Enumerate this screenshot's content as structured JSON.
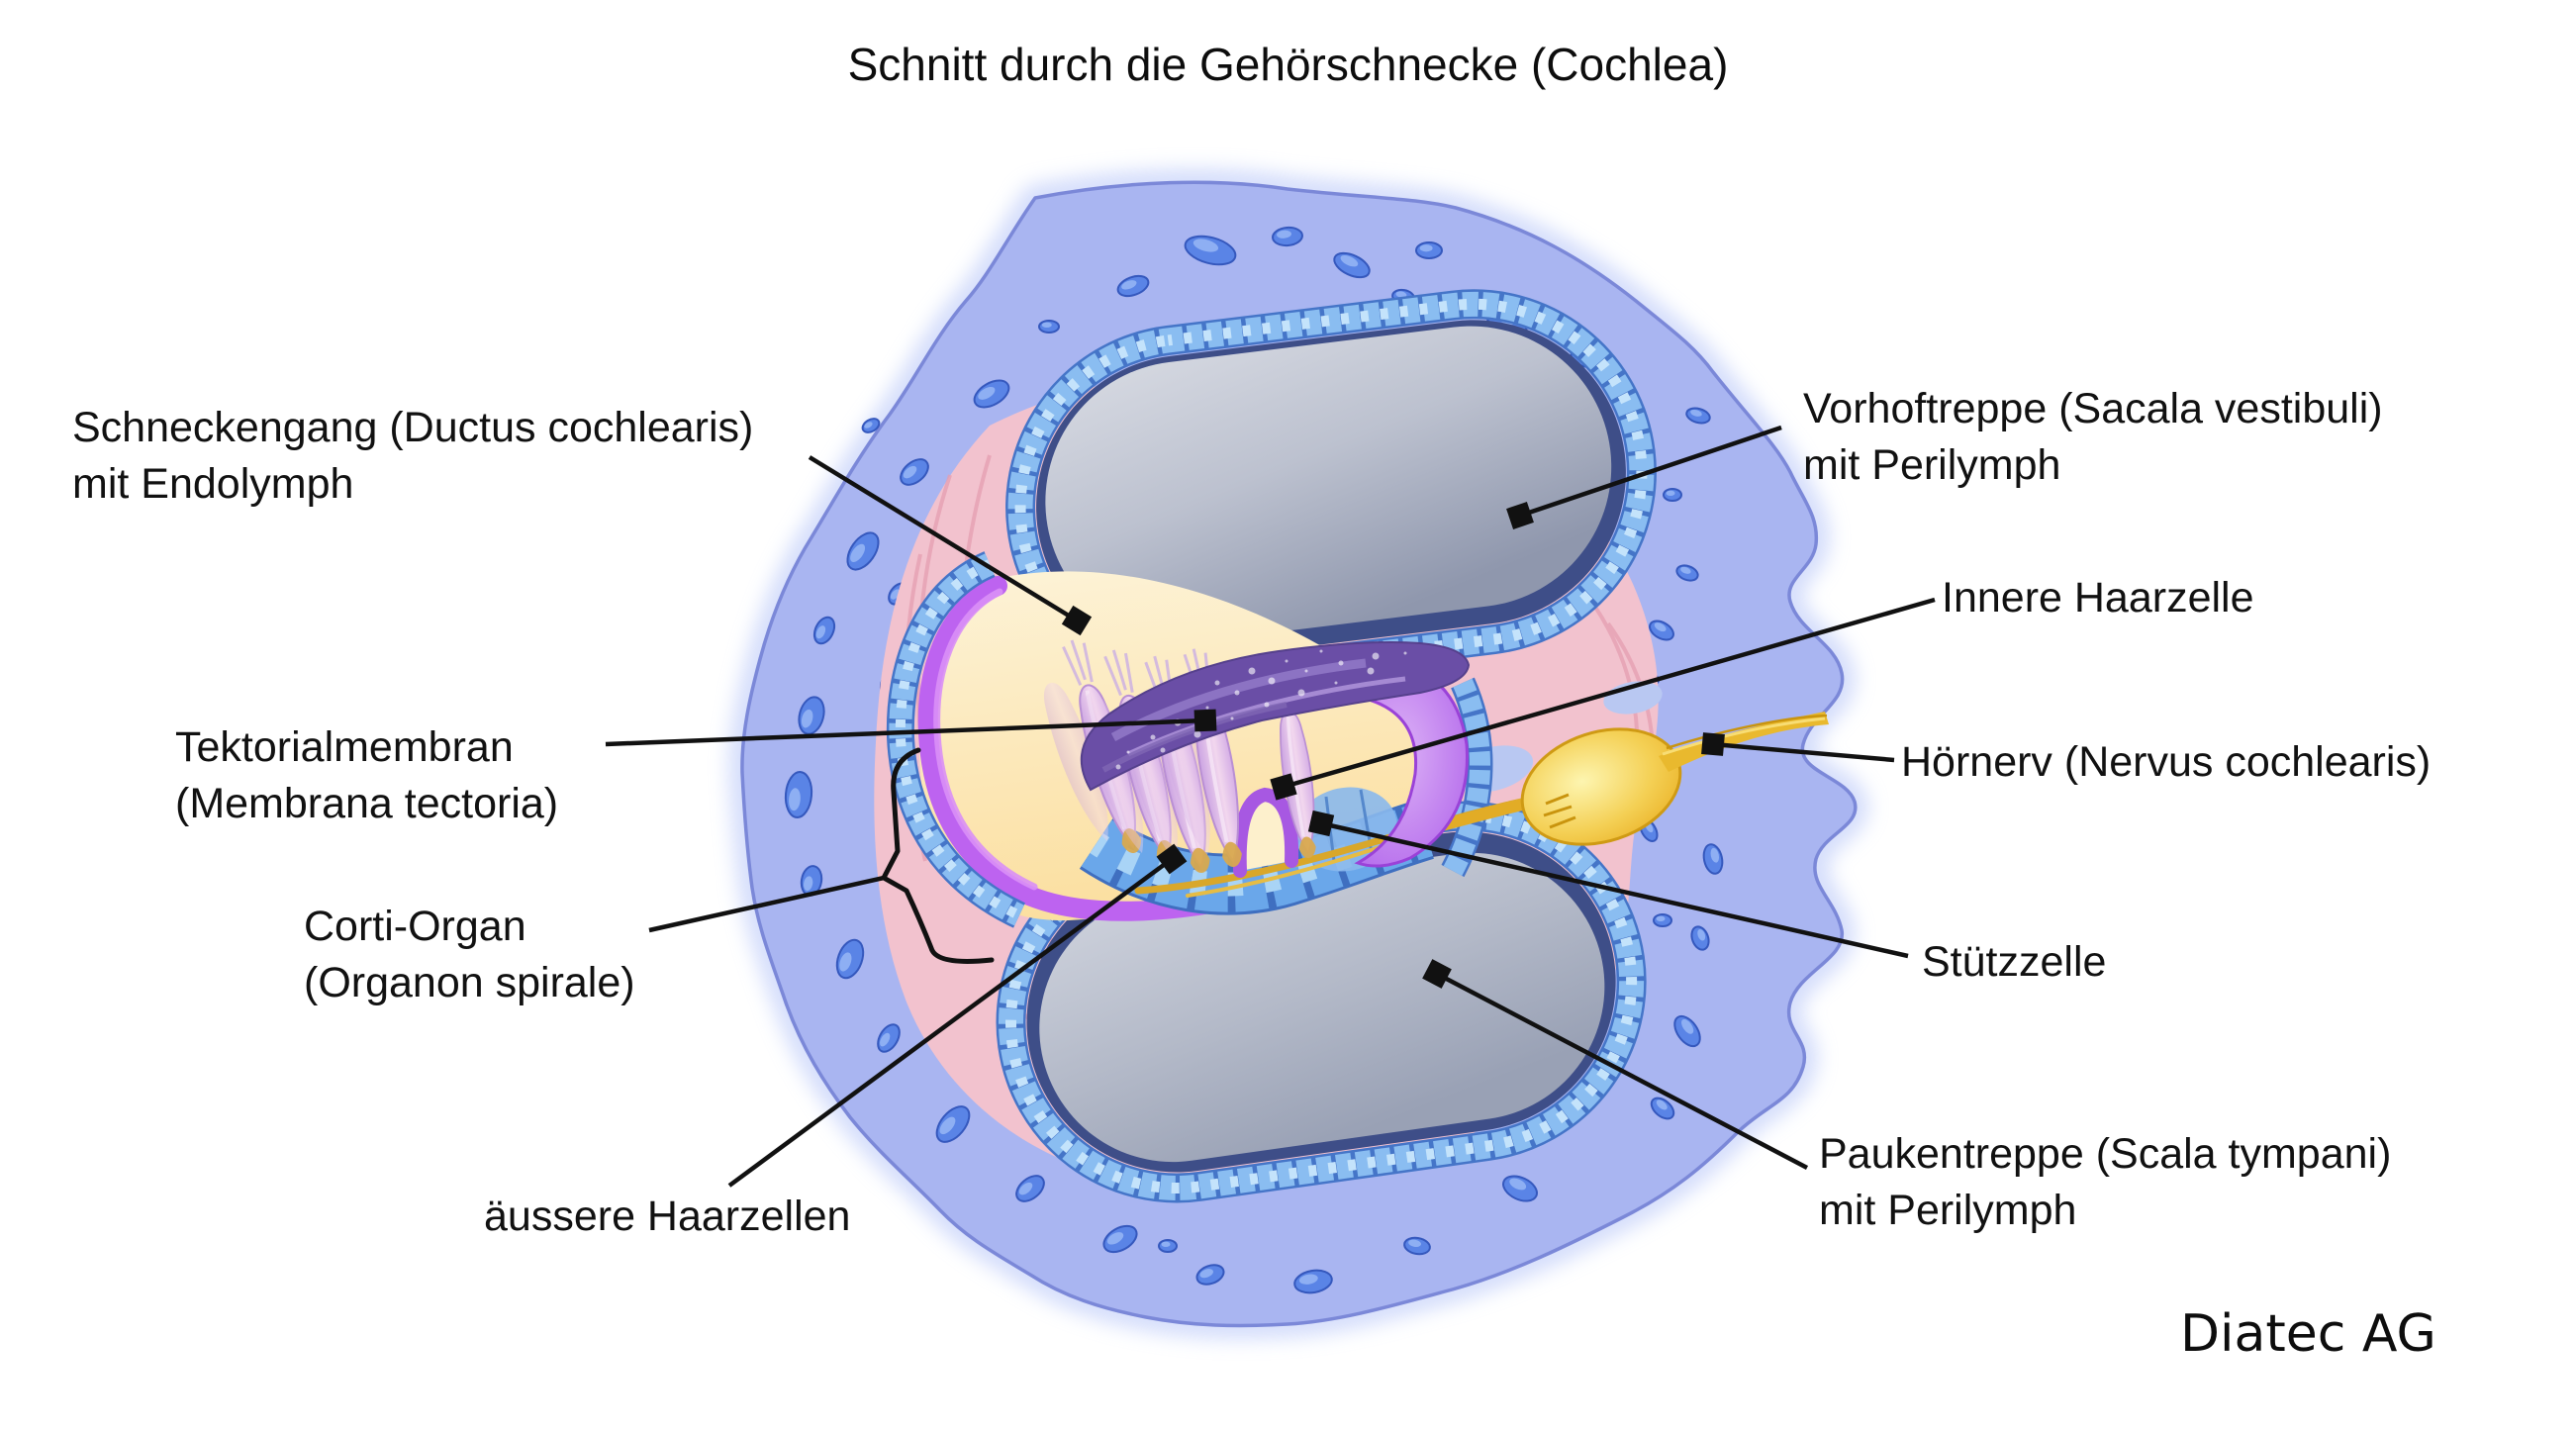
{
  "title": "Schnitt durch die Gehörschnecke (Cochlea)",
  "credit": "Diatec AG",
  "labels": {
    "schneckengang": {
      "line1": "Schneckengang (Ductus cochlearis)",
      "line2": "mit Endolymph"
    },
    "tektorialmembran": {
      "line1": "Tektorialmembran",
      "line2": "(Membrana tectoria)"
    },
    "corti_organ": {
      "line1": "Corti-Organ",
      "line2": "(Organon spirale)"
    },
    "aeussere_haarzellen": {
      "line1": "äussere Haarzellen"
    },
    "vorhoftreppe": {
      "line1": "Vorhoftreppe (Sacala vestibuli)",
      "line2": "mit Perilymph"
    },
    "innere_haarzelle": {
      "line1": "Innere Haarzelle"
    },
    "hoernerv": {
      "line1": "Hörnerv (Nervus cochlearis)"
    },
    "stuetzzelle": {
      "line1": "Stützzelle"
    },
    "paukentreppe": {
      "line1": "Paukentreppe (Scala tympani)",
      "line2": "mit Perilymph"
    }
  },
  "colors": {
    "bone_blue": "#a9b5f1",
    "bone_edge": "#7b88d8",
    "marrow_spot": "#5a84e6",
    "ligament_pink": "#f2c2ce",
    "chamber_gray_light": "#d6d9e2",
    "chamber_gray_dark": "#8f97ad",
    "chamber_rim_navy": "#3e4e88",
    "epithelium_blue": "#86b9ef",
    "epithelium_gap": "#4575c8",
    "endolymph_cream": "#fce3a6",
    "membrane_purple": "#bd63f0",
    "tectorial_purple": "#6a4ea6",
    "hair_cell_lavender": "#e7c6ec",
    "hair_cell_base_gold": "#d8a94f",
    "nerve_gold": "#e9b92e",
    "leader_line": "#111111"
  }
}
